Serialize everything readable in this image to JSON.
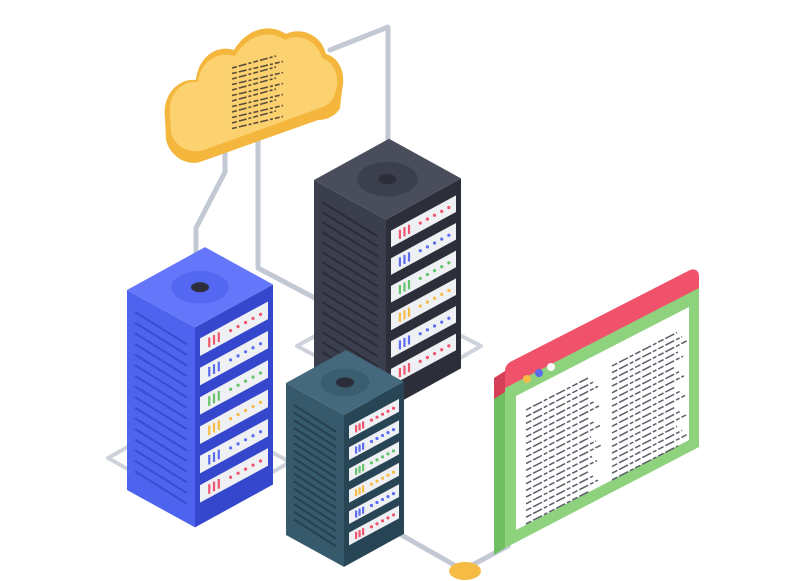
{
  "illustration": {
    "palette": {
      "cloud_top": "#fcd16f",
      "cloud_front": "#f4b63c",
      "cloud_text": "#5a4e3b",
      "wire": "#c3c9d4",
      "led_red": "#f0556e",
      "led_blue": "#5b6cf0",
      "led_green": "#66c36b",
      "led_yellow": "#f5bb45",
      "window_header": "#f1526b",
      "window_frame": "#8fd27e",
      "window_page": "#ffffff",
      "window_text": "#5a5e68",
      "connector": "#f5bb45"
    },
    "servers": [
      {
        "id": "dark",
        "colors": {
          "front": "#3b3f4d",
          "side": "#2c2f3a",
          "top": "#4a4e5c",
          "inner": "#3c404e",
          "vent": "#2a2d37"
        },
        "led_rows": [
          "red",
          "blue",
          "green",
          "yellow",
          "blue",
          "red"
        ]
      },
      {
        "id": "blue",
        "colors": {
          "front": "#4e64ee",
          "side": "#3547cc",
          "top": "#6476fa",
          "inner": "#5467f0",
          "vent": "#3a4bd4"
        },
        "led_rows": [
          "red",
          "blue",
          "green",
          "yellow",
          "blue",
          "red"
        ]
      },
      {
        "id": "teal",
        "colors": {
          "front": "#36596c",
          "side": "#284556",
          "top": "#45697c",
          "inner": "#3a5d70",
          "vent": "#27404f"
        },
        "led_rows": [
          "red",
          "blue",
          "green",
          "yellow",
          "blue",
          "red"
        ]
      }
    ],
    "window_dots": [
      "#f5bb45",
      "#5b6cf0",
      "#ffffff"
    ]
  }
}
